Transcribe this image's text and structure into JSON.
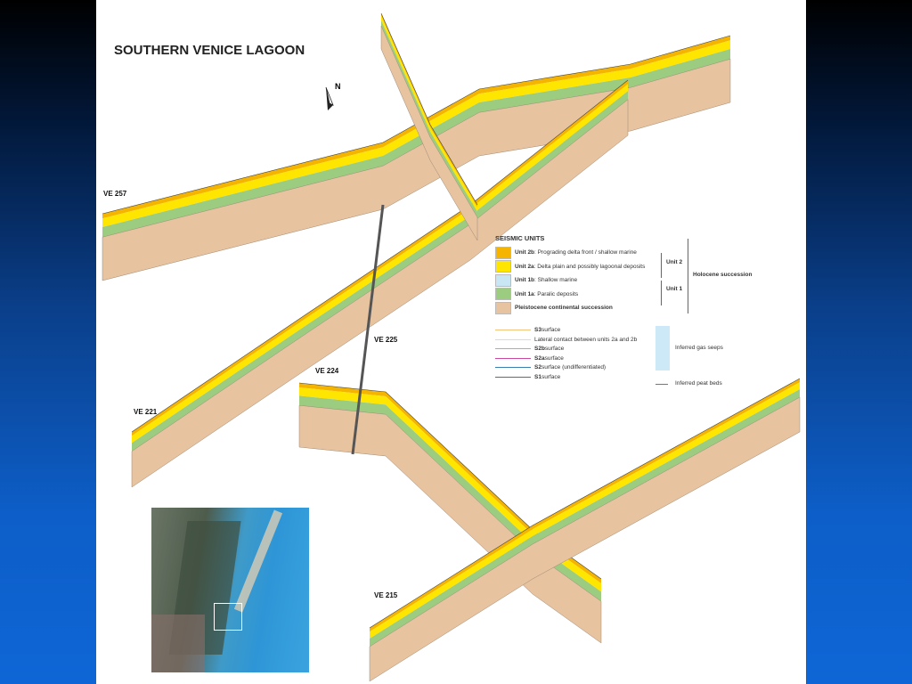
{
  "title": "SOUTHERN VENICE LAGOON",
  "north_label": "N",
  "profiles": [
    "VE 257",
    "VE 221",
    "VE 225",
    "VE 224",
    "VE 215"
  ],
  "legend": {
    "heading": "SEISMIC UNITS",
    "units": [
      {
        "code": "Unit 2b",
        "desc": ": Prograding delta front / shallow marine",
        "color": "#f5b400"
      },
      {
        "code": "Unit 2a",
        "desc": ": Delta plain and possibly lagoonal deposits",
        "color": "#ffe600"
      },
      {
        "code": "Unit 1b",
        "desc": ": Shallow marine",
        "color": "#c9e6f5"
      },
      {
        "code": "Unit 1a",
        "desc": ": Paralic deposits",
        "color": "#9ccc80"
      },
      {
        "code": "Pleistocene continental succession",
        "desc": "",
        "color": "#e7c3a0"
      }
    ],
    "group_unit2": "Unit 2",
    "group_unit1": "Unit 1",
    "group_holocene": "Holocene succession",
    "surfaces": [
      {
        "code": "S3",
        "desc": " surface",
        "color": "#f3c47a"
      },
      {
        "code": "",
        "desc": "Lateral contact between units 2a and 2b",
        "color": "#bfe3f5"
      },
      {
        "code": "S2b",
        "desc": " surface",
        "color": "#8cc67a"
      },
      {
        "code": "S2a",
        "desc": " surface",
        "color": "#c94aa0"
      },
      {
        "code": "S2",
        "desc": " surface (undifferentiated)",
        "color": "#3a7fb0"
      },
      {
        "code": "S1",
        "desc": " surface",
        "color": "#e0304a"
      }
    ],
    "gas_seeps": "Inferred gas seeps",
    "peat_beds": "Inferred peat beds"
  }
}
